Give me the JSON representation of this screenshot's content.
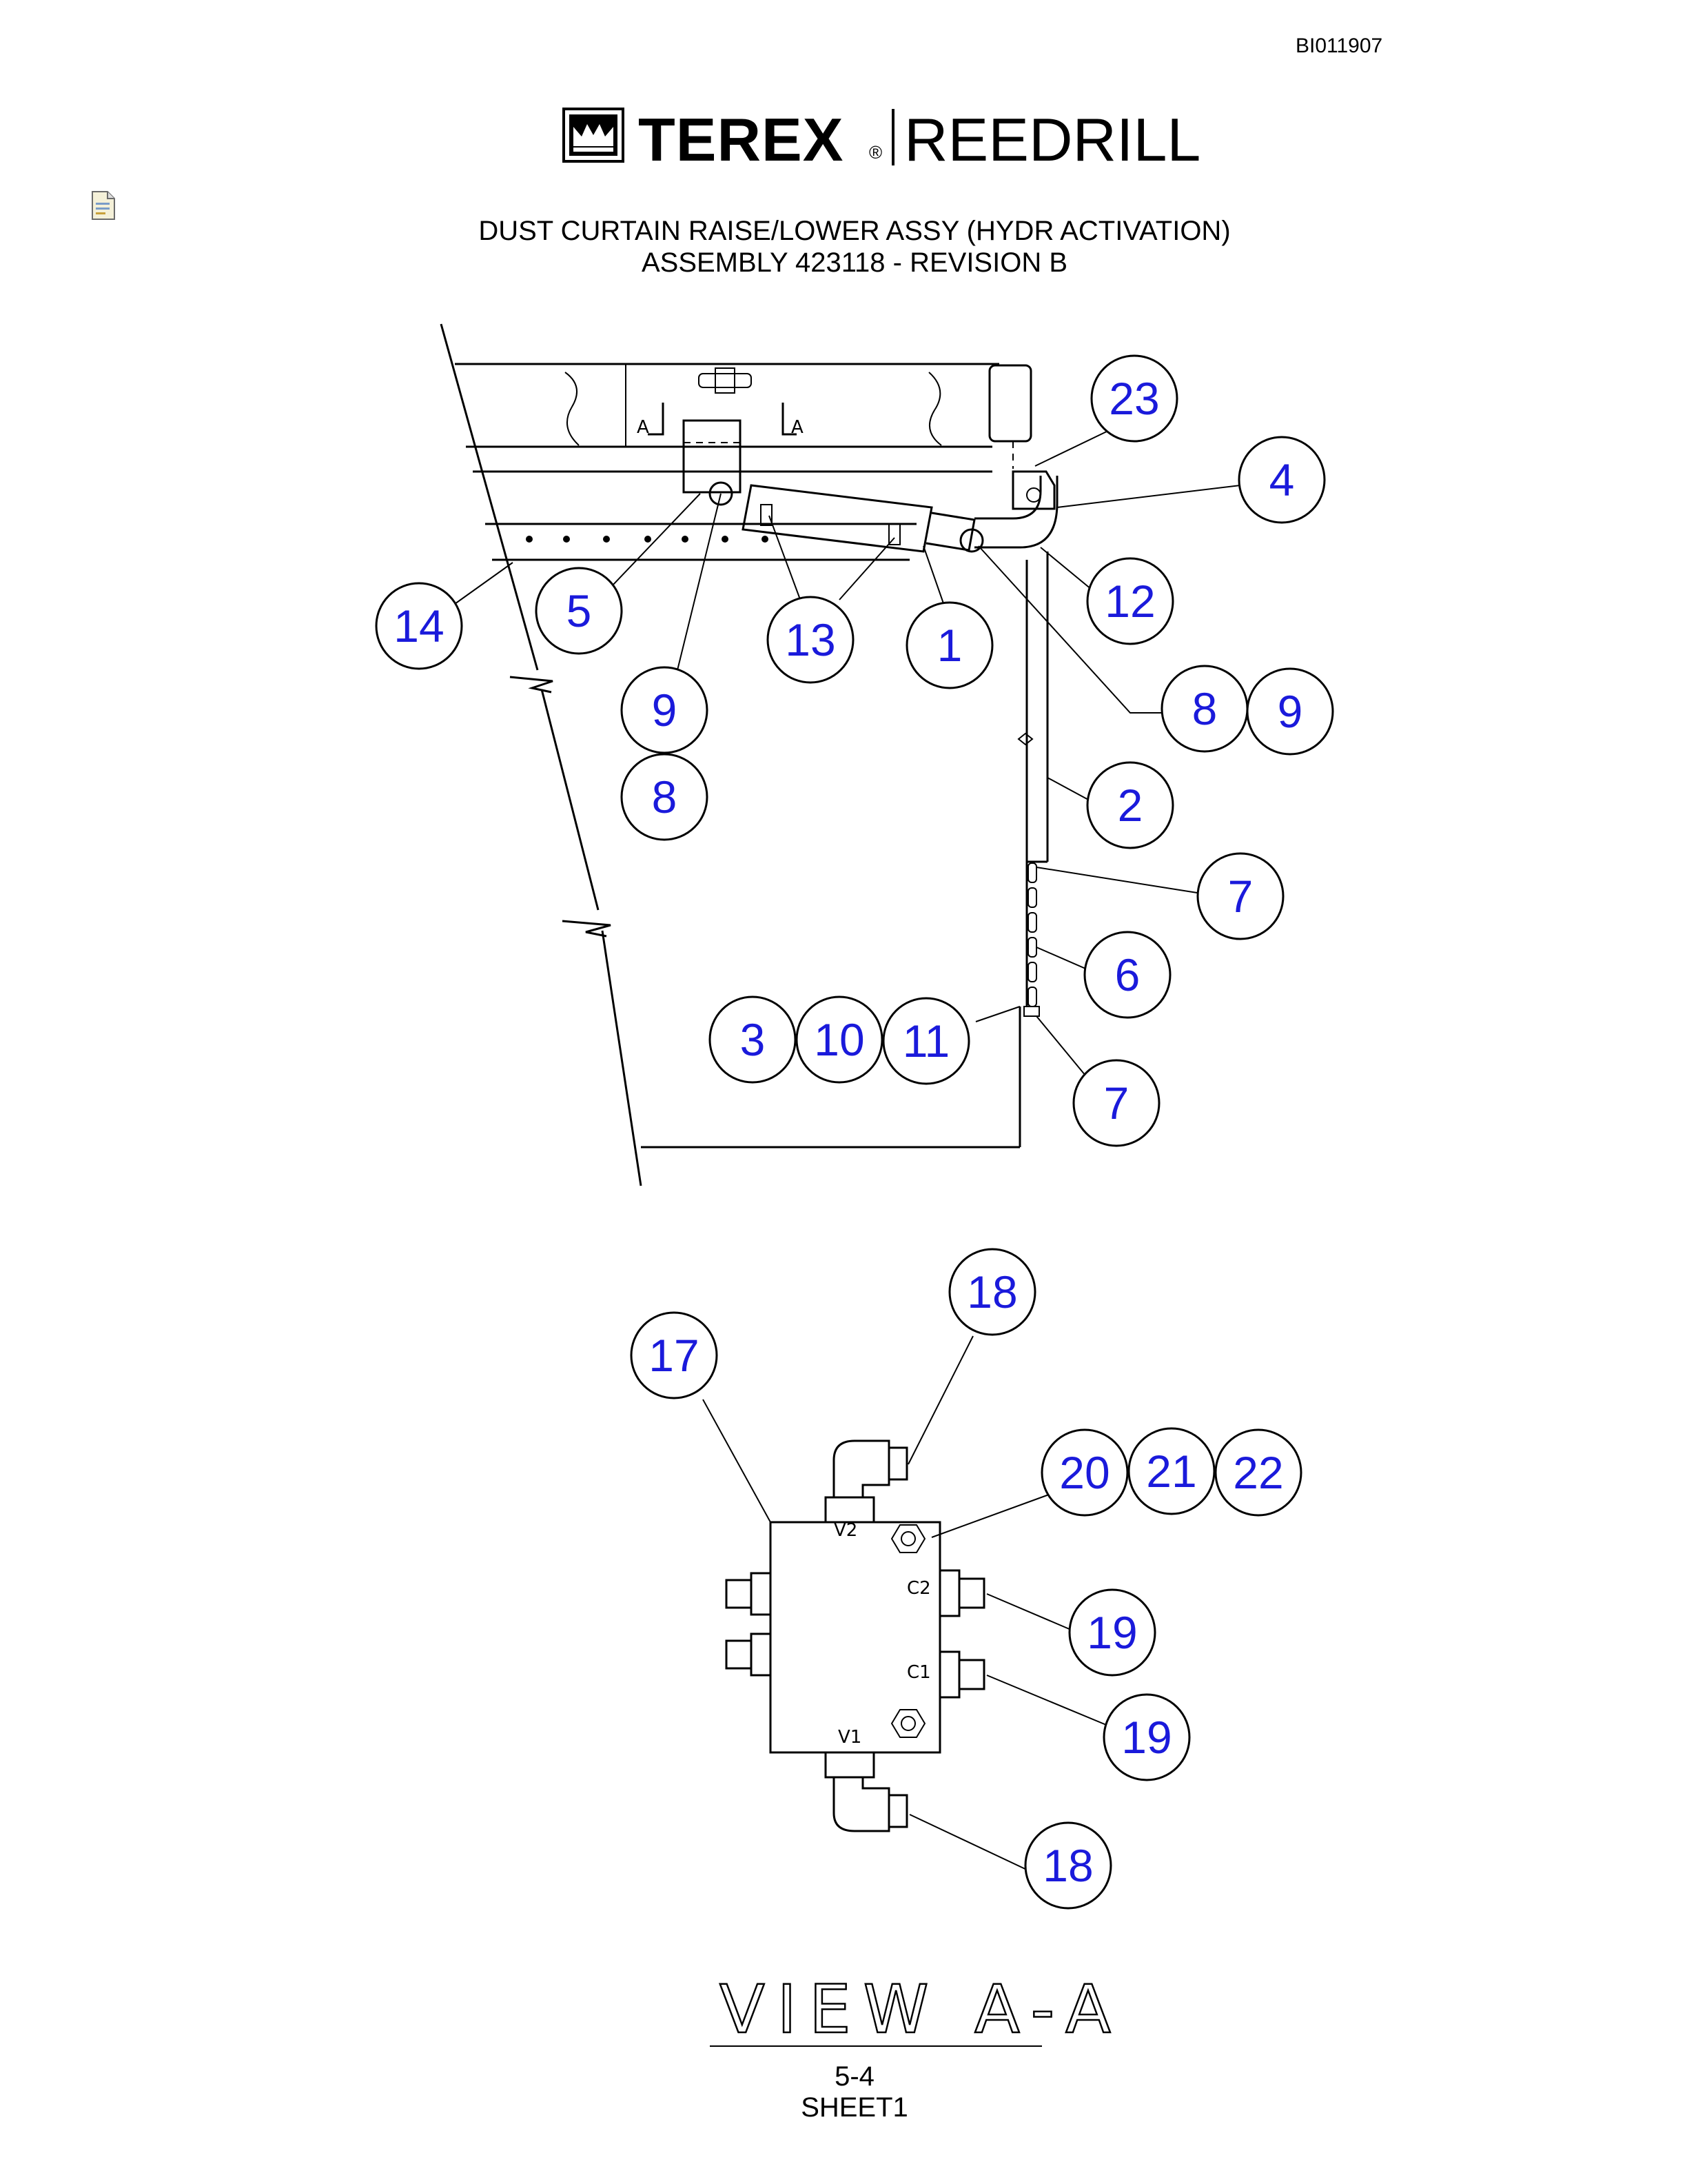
{
  "header": {
    "doc_id": "BI011907",
    "brand": {
      "terex": "TEREX",
      "registered_mark": "®",
      "reedrill": "REEDRILL"
    }
  },
  "title": {
    "line1": "DUST CURTAIN RAISE/LOWER ASSY (HYDR ACTIVATION)",
    "line2": "ASSEMBLY 423118 - REVISION B"
  },
  "diagram": {
    "section_markers": [
      "A",
      "A"
    ],
    "valve_ports": [
      "V2",
      "C2",
      "C1",
      "V1"
    ],
    "view_label": "VIEW A-A",
    "balloons": [
      "23",
      "4",
      "12",
      "14",
      "5",
      "13",
      "1",
      "9",
      "8",
      "8",
      "9",
      "2",
      "7",
      "6",
      "3",
      "10",
      "11",
      "7",
      "18",
      "17",
      "20",
      "21",
      "22",
      "19",
      "19",
      "18"
    ]
  },
  "footer": {
    "page": "5-4",
    "sheet": "SHEET1"
  },
  "colors": {
    "balloon_text": "#1a1adb",
    "line": "#000000"
  },
  "icons": {
    "attachment": "document-icon"
  }
}
